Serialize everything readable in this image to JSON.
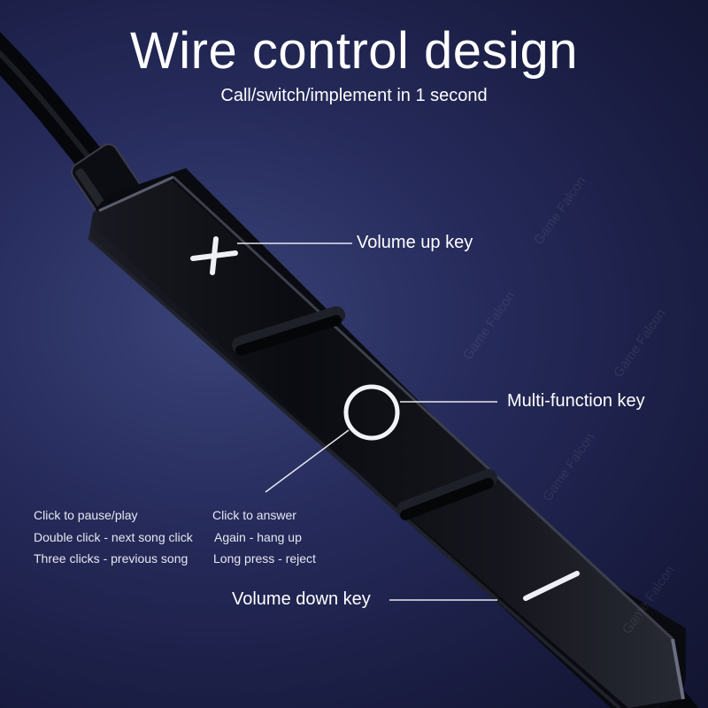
{
  "header": {
    "title": "Wire control design",
    "subtitle": "Call/switch/implement in 1 second"
  },
  "callouts": {
    "volume_up": "Volume up key",
    "multi_function": "Multi-function key",
    "volume_down": "Volume down key"
  },
  "instructions": {
    "left": [
      "Click to pause/play",
      "Double click - next song click",
      "Three clicks - previous song"
    ],
    "right": [
      "Click to answer",
      "Again - hang up",
      "Long press - reject"
    ]
  },
  "watermark": "Game Falcon"
}
